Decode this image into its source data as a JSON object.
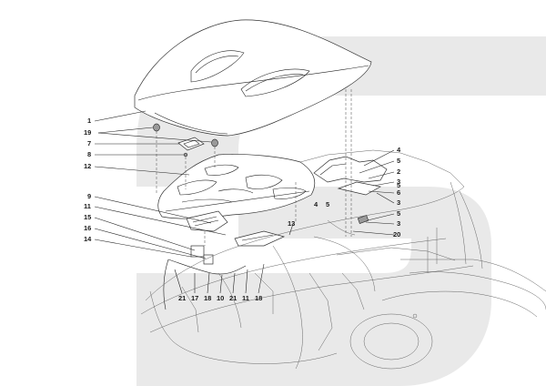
{
  "diagram": {
    "watermark_color": "#e9e9e9",
    "line_color": "#222222",
    "callouts": [
      {
        "id": "c1",
        "text": "1"
      },
      {
        "id": "c19",
        "text": "19"
      },
      {
        "id": "c7",
        "text": "7"
      },
      {
        "id": "c8",
        "text": "8"
      },
      {
        "id": "c12",
        "text": "12"
      },
      {
        "id": "c9",
        "text": "9"
      },
      {
        "id": "c11a",
        "text": "11"
      },
      {
        "id": "c15",
        "text": "15"
      },
      {
        "id": "c16",
        "text": "16"
      },
      {
        "id": "c14",
        "text": "14"
      },
      {
        "id": "c4a",
        "text": "4"
      },
      {
        "id": "c5a",
        "text": "5"
      },
      {
        "id": "c2",
        "text": "2"
      },
      {
        "id": "c3a",
        "text": "3"
      },
      {
        "id": "c5b",
        "text": "5"
      },
      {
        "id": "c6",
        "text": "6"
      },
      {
        "id": "c3b",
        "text": "3"
      },
      {
        "id": "c5c",
        "text": "5"
      },
      {
        "id": "c3c",
        "text": "3"
      },
      {
        "id": "c20",
        "text": "20"
      },
      {
        "id": "c13",
        "text": "13"
      },
      {
        "id": "c4b",
        "text": "4"
      },
      {
        "id": "c5d",
        "text": "5"
      },
      {
        "id": "c21a",
        "text": "21"
      },
      {
        "id": "c17",
        "text": "17"
      },
      {
        "id": "c18a",
        "text": "18"
      },
      {
        "id": "c10",
        "text": "10"
      },
      {
        "id": "c21b",
        "text": "21"
      },
      {
        "id": "c11b",
        "text": "11"
      },
      {
        "id": "c18b",
        "text": "18"
      }
    ]
  }
}
